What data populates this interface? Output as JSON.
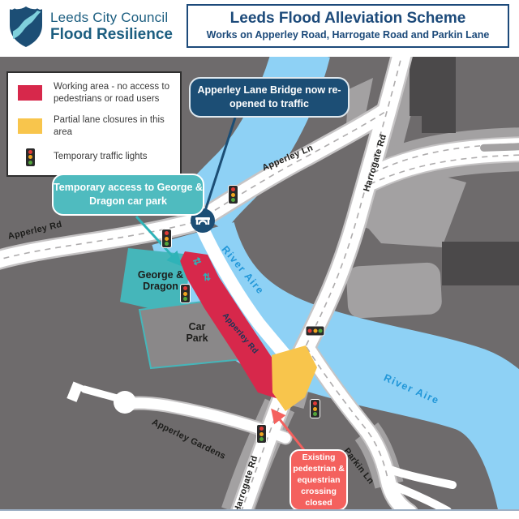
{
  "header": {
    "logo_title": "Leeds City Council",
    "logo_subtitle": "Flood Resilience",
    "title": "Leeds Flood Alleviation Scheme",
    "subtitle": "Works on Apperley Road, Harrogate Road and Parkin Lane"
  },
  "legend": {
    "items": [
      {
        "label": "Working area - no access to pedestrians or road users",
        "swatch_color": "#d7284b"
      },
      {
        "label": "Partial lane closures in this area",
        "swatch_color": "#f8c54c"
      },
      {
        "label": "Temporary traffic lights",
        "icon": "traffic-light-icon"
      }
    ]
  },
  "callouts": {
    "bridge": {
      "text": "Apperley Lane Bridge now re-opened to traffic",
      "bg": "#1c4e75"
    },
    "access": {
      "text": "Temporary access to George & Dragon car park",
      "bg": "#4fbbbf"
    },
    "crossing": {
      "text": "Existing pedestrian & equestrian crossing closed",
      "bg": "#f4615e"
    }
  },
  "map_labels": {
    "apperley_rd_west": "Apperley Rd",
    "apperley_ln": "Apperley Ln",
    "harrogate_rd_top": "Harrogate Rd",
    "harrogate_rd_bottom": "Harrogate Rd",
    "parkin_ln": "Parkin Ln",
    "apperley_gardens": "Apperley Gardens",
    "river_aire_upper": "River Aire",
    "river_aire_lower": "River Aire",
    "apperley_rd_closed": "Apperley Rd",
    "george_dragon": "George & Dragon",
    "car_park": "Car Park"
  },
  "access_arrows": {
    "horizontal": "⇄",
    "vertical": "⇅"
  },
  "colors": {
    "map_background": "#6e6b6c",
    "river": "#8ed1f5",
    "river_label": "#2096d8",
    "road": "#ffffff",
    "road_casing": "#c6c4c5",
    "verge": "#a3a1a2",
    "building_dark": "#4b494a",
    "working_area_red": "#d7284b",
    "partial_closure_yellow": "#f8c54c",
    "teal_building": "#45b6ba",
    "car_park_fill": "#8a8889",
    "navy": "#1c4e75",
    "callout_red": "#f4615e",
    "header_navy": "#1c4a7a"
  }
}
